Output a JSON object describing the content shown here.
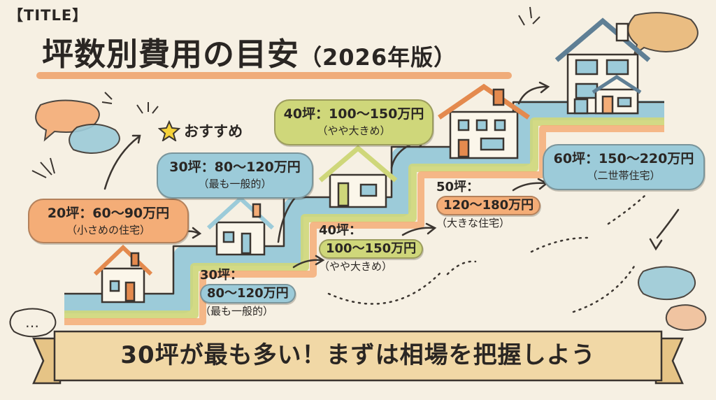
{
  "header": {
    "tag": "【TITLE】",
    "title_main": "坪数別費用の目安",
    "title_sub": "（2026年版）"
  },
  "recommend": {
    "label": "おすすめ",
    "icon": "star-icon"
  },
  "bubbles": [
    {
      "line1": "20坪：60〜90万円",
      "line2": "（小さめの住宅）",
      "color": "#f4ad77"
    },
    {
      "line1": "30坪：80〜120万円",
      "line2": "（最も一般的）",
      "color": "#9ccbd9"
    },
    {
      "line1": "40坪：100〜150万円",
      "line2": "（やや大きめ）",
      "color": "#cfd77a"
    },
    {
      "line1": "60坪：150〜220万円",
      "line2": "（二世帯住宅）",
      "color": "#9ccbd9"
    }
  ],
  "step_labels": [
    {
      "line1": "30坪：",
      "line2": "80〜120万円",
      "line3": "（最も一般的）"
    },
    {
      "line1": "40坪：",
      "line2": "100〜150万円",
      "line3": "（やや大きめ）"
    },
    {
      "line1": "50坪：",
      "line2": "120〜180万円",
      "line3": "（大きな住宅）"
    }
  ],
  "colors": {
    "orange": "#f4ad77",
    "blue": "#9ccbd9",
    "green": "#cfd77a",
    "banner": "#f1d8a6",
    "background": "#f6f0e3"
  },
  "banner": {
    "text": "30坪が最も多い！まずは相場を把握しよう"
  },
  "decor": {
    "dots": "…"
  }
}
